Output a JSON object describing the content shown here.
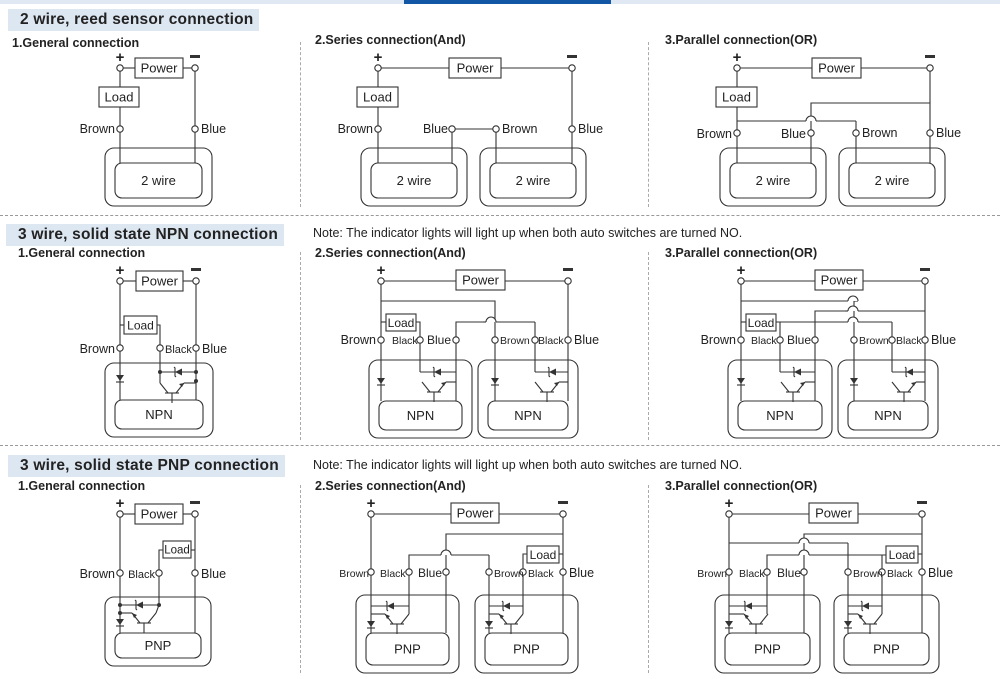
{
  "header": {
    "accent_color": "#1257a6",
    "strip_color": "#dfe8f3"
  },
  "sections": [
    {
      "title": "2 wire, reed sensor connection",
      "note": "",
      "diagrams": [
        {
          "label": "1.General connection",
          "type": "2wire-general",
          "plus": "+",
          "minus": "−",
          "power": "Power",
          "load": "Load",
          "wires": [
            "Brown",
            "Blue"
          ],
          "sensors": [
            "2 wire"
          ]
        },
        {
          "label": "2.Series connection(And)",
          "type": "2wire-series",
          "plus": "+",
          "minus": "−",
          "power": "Power",
          "load": "Load",
          "wires": [
            "Brown",
            "Blue",
            "Brown",
            "Blue"
          ],
          "sensors": [
            "2 wire",
            "2 wire"
          ]
        },
        {
          "label": "3.Parallel connection(OR)",
          "type": "2wire-parallel",
          "plus": "+",
          "minus": "−",
          "power": "Power",
          "load": "Load",
          "wires": [
            "Brown",
            "Blue",
            "Brown",
            "Blue"
          ],
          "sensors": [
            "2 wire",
            "2 wire"
          ]
        }
      ]
    },
    {
      "title": "3 wire, solid state NPN connection",
      "note": "Note: The indicator lights will light up when both auto switches are turned NO.",
      "diagrams": [
        {
          "label": "1.General connection",
          "type": "npn-general",
          "plus": "+",
          "minus": "−",
          "power": "Power",
          "load": "Load",
          "wires": [
            "Brown",
            "Black",
            "Blue"
          ],
          "sensors": [
            "NPN"
          ]
        },
        {
          "label": "2.Series connection(And)",
          "type": "npn-series",
          "plus": "+",
          "minus": "−",
          "power": "Power",
          "load": "Load",
          "wires": [
            "Brown",
            "Black",
            "Blue",
            "Brown",
            "Black",
            "Blue"
          ],
          "sensors": [
            "NPN",
            "NPN"
          ]
        },
        {
          "label": "3.Parallel connection(OR)",
          "type": "npn-parallel",
          "plus": "+",
          "minus": "−",
          "power": "Power",
          "load": "Load",
          "wires": [
            "Brown",
            "Black",
            "Blue",
            "Brown",
            "Black",
            "Blue"
          ],
          "sensors": [
            "NPN",
            "NPN"
          ]
        }
      ]
    },
    {
      "title": "3 wire, solid state PNP connection",
      "note": "Note: The indicator lights will light up when both auto switches are turned NO.",
      "diagrams": [
        {
          "label": "1.General connection",
          "type": "pnp-general",
          "plus": "+",
          "minus": "−",
          "power": "Power",
          "load": "Load",
          "wires": [
            "Brown",
            "Black",
            "Blue"
          ],
          "sensors": [
            "PNP"
          ]
        },
        {
          "label": "2.Series connection(And)",
          "type": "pnp-series",
          "plus": "+",
          "minus": "−",
          "power": "Power",
          "load": "Load",
          "wires": [
            "Brown",
            "Black",
            "Blue",
            "Brown",
            "Black",
            "Blue"
          ],
          "sensors": [
            "PNP",
            "PNP"
          ]
        },
        {
          "label": "3.Parallel connection(OR)",
          "type": "pnp-parallel",
          "plus": "+",
          "minus": "−",
          "power": "Power",
          "load": "Load",
          "wires": [
            "Brown",
            "Black",
            "Blue",
            "Brown",
            "Black",
            "Blue"
          ],
          "sensors": [
            "PNP",
            "PNP"
          ]
        }
      ]
    }
  ]
}
